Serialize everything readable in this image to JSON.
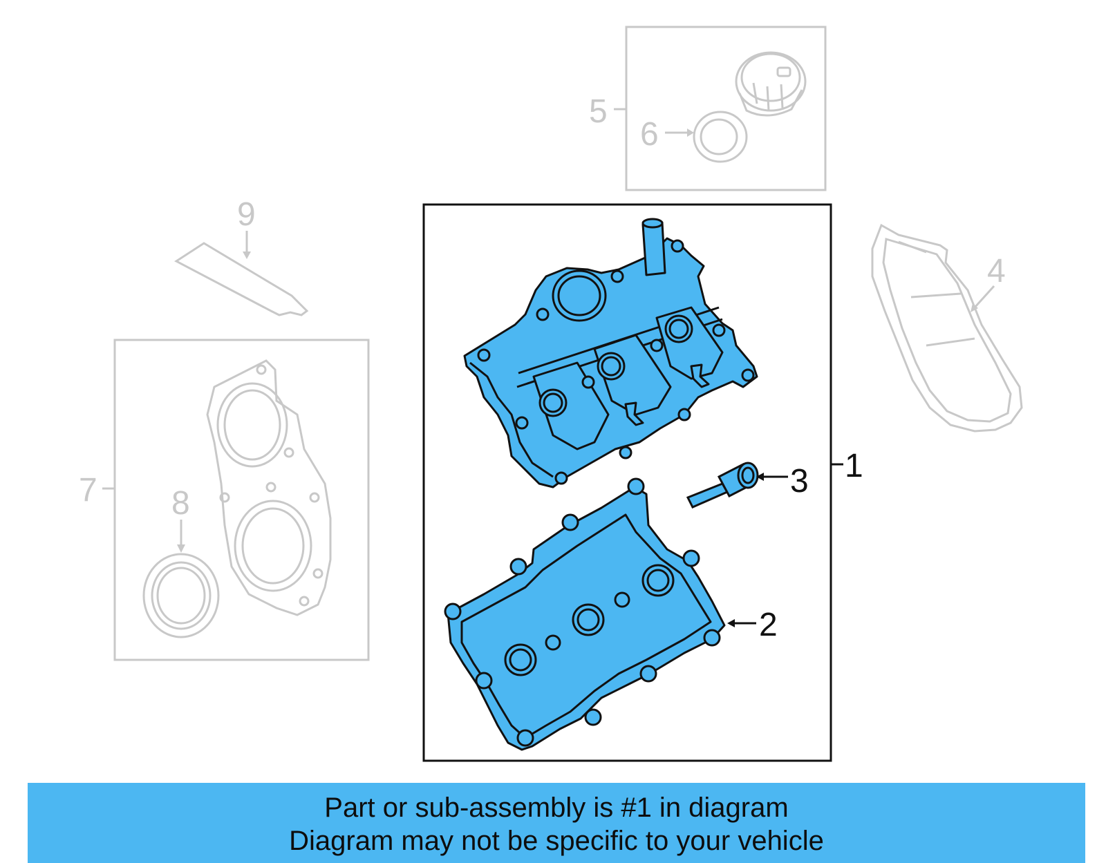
{
  "colors": {
    "highlight": "#4cb7f2",
    "faded": "#c8c8c8",
    "outline": "#111111",
    "banner": "#4cb7f2"
  },
  "callouts": {
    "c1": "1",
    "c2": "2",
    "c3": "3",
    "c4": "4",
    "c5": "5",
    "c6": "6",
    "c7": "7",
    "c8": "8",
    "c9": "9"
  },
  "banner": {
    "line1": "Part or sub-assembly is #1 in diagram",
    "line2": "Diagram may not be specific to your vehicle"
  }
}
